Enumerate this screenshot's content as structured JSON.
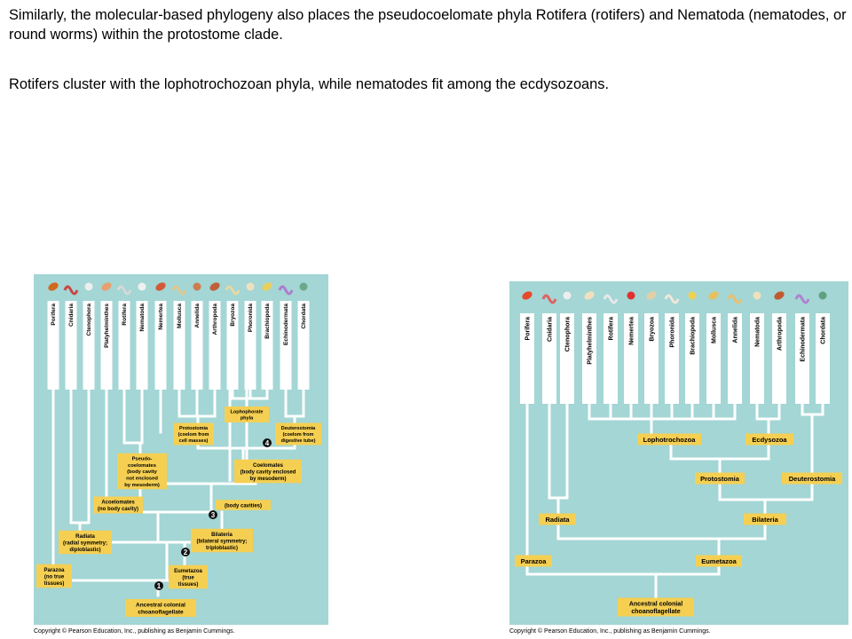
{
  "text": {
    "p1": "Similarly, the molecular-based phylogeny also places the pseudocoelomate phyla Rotifera (rotifers) and Nematoda (nematodes, or round worms) within the protostome clade.",
    "p2": "Rotifers cluster with the lophotrochozoan phyla, while nematodes fit among the ecdysozoans."
  },
  "left_tree": {
    "phyla": [
      "Porifera",
      "Cnidaria",
      "Ctenophora",
      "Platyhelminthes",
      "Rotifera",
      "Nematoda",
      "Nemertea",
      "Mollusca",
      "Annelida",
      "Arthropoda",
      "Bryozoa",
      "Phoronida",
      "Brachiopoda",
      "Echinodermata",
      "Chordata"
    ],
    "nodes": {
      "ancestral": [
        "Ancestral colonial",
        "choanoflagellate"
      ],
      "parazoa": [
        "Parazoa",
        "(no true",
        "tissues)"
      ],
      "eumetazoa": [
        "Eumetazoa",
        "(true",
        "tissues)"
      ],
      "radiata": [
        "Radiata",
        "(radial symmetry;",
        "diploblastic)"
      ],
      "bilateria": [
        "Bilateria",
        "(bilateral symmetry;",
        "triploblastic)"
      ],
      "acoelomates": [
        "Acoelomates",
        "(no body cavity)"
      ],
      "body_cavities": [
        "(body cavities)"
      ],
      "pseudocoelomates": [
        "Pseudo-",
        "coelomates",
        "(body cavity",
        "not enclosed",
        "by mesoderm)"
      ],
      "coelomates": [
        "Coelomates",
        "(body cavity enclosed",
        "by mesoderm)"
      ],
      "protostomia": [
        "Protostomia",
        "(coelom from",
        "cell masses)"
      ],
      "lophophorate": [
        "Lophophorate",
        "phyla"
      ],
      "deuterostomia": [
        "Deuterostomia",
        "(coelom from",
        "digestive tube)"
      ]
    },
    "markers": [
      "1",
      "2",
      "3",
      "4"
    ],
    "copyright": "Copyright © Pearson Education, Inc., publishing as Benjamin Cummings."
  },
  "right_tree": {
    "phyla": [
      "Porifera",
      "Cnidaria",
      "Ctenophora",
      "Platyhelminthes",
      "Rotifera",
      "Nemertea",
      "Bryozoa",
      "Phoronida",
      "Brachiopoda",
      "Mollusca",
      "Annelida",
      "Nematoda",
      "Arthropoda",
      "Echinodermata",
      "Chordata"
    ],
    "nodes": {
      "ancestral": [
        "Ancestral colonial",
        "choanoflagellate"
      ],
      "parazoa": [
        "Parazoa"
      ],
      "eumetazoa": [
        "Eumetazoa"
      ],
      "radiata": [
        "Radiata"
      ],
      "bilateria": [
        "Bilateria"
      ],
      "protostomia": [
        "Protostomia"
      ],
      "deuterostomia": [
        "Deuterostomia"
      ],
      "lophotrochozoa": [
        "Lophotrochozoa"
      ],
      "ecdysozoa": [
        "Ecdysozoa"
      ]
    },
    "copyright": "Copyright © Pearson Education, Inc., publishing as Benjamin Cummings."
  },
  "colors": {
    "panel": "#a3d6d4",
    "label_box": "#f5cf52",
    "branch": "#ffffff",
    "marker": "#111111"
  }
}
